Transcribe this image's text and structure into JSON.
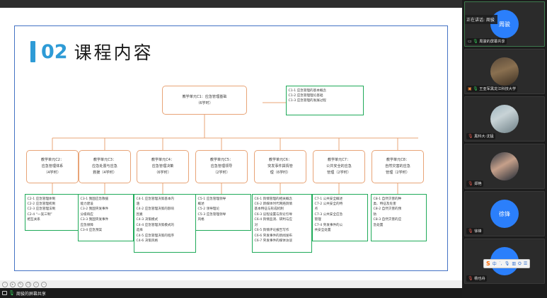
{
  "meeting": {
    "speaking_banner": "正在讲话: 周骏",
    "share_status_label": "周骏的屏幕共享",
    "participants": [
      {
        "name": "周骏的屏幕共享",
        "avatar_text": "周骏",
        "avatar_type": "initial-blue",
        "mic": "mic-on",
        "icon": "share-screen",
        "active": true
      },
      {
        "name": "王亚军黑龙江科技大学",
        "avatar_text": "",
        "avatar_type": "photo-portrait",
        "mic": "mic-on",
        "icon": "host"
      },
      {
        "name": "黑科大·沈猛",
        "avatar_text": "",
        "avatar_type": "photo-landscape",
        "mic": "mic-off",
        "icon": ""
      },
      {
        "name": "郑艳",
        "avatar_text": "",
        "avatar_type": "photo-person",
        "mic": "mic-off",
        "icon": ""
      },
      {
        "name": "徐锋",
        "avatar_text": "徐锋",
        "avatar_type": "initial-blue",
        "mic": "mic-off",
        "icon": ""
      },
      {
        "name": "杨也舟",
        "avatar_text": "",
        "avatar_type": "initial-blue",
        "mic": "mic-off",
        "icon": ""
      }
    ]
  },
  "ime": {
    "logo": "S",
    "items": [
      "中",
      "˙,",
      "mic-icon",
      "keyboard-icon",
      "tools-icon",
      "menu-icon"
    ]
  },
  "slide": {
    "number": "02",
    "title": "课程内容"
  },
  "toolbar": {
    "icons": [
      "back-icon",
      "play-icon",
      "pen-icon",
      "copy-icon",
      "zoom-icon",
      "minus-icon"
    ]
  },
  "diagram": {
    "root": {
      "title": "教学单元C1：应急管理基础",
      "hours": "（6学时）"
    },
    "root_details": [
      "C1-1 应急管理的基本概念",
      "C1-2 应急管理理论基础",
      "C1-3 应急管理的发展过程"
    ],
    "units": [
      {
        "id": "C2",
        "lines": [
          "教学单元C2：",
          "应急管理体系",
          "（4学时）"
        ],
        "details": [
          "C2-1 应急管理体制",
          "C2-2 应急管理机制",
          "C2-3 应急管理法制",
          "C2-4 “一案三制”",
          "相互关系"
        ]
      },
      {
        "id": "C3",
        "lines": [
          "教学单元C3：",
          "应急处置与应急",
          "救援（4学时）"
        ],
        "details": [
          "C3-1 我国应急救援",
          "能力建设",
          "C3-2 我国突发事件",
          "分级响应",
          "C3-3 我国突发事件",
          "应急保障",
          "C3-4 应急预案"
        ]
      },
      {
        "id": "C4",
        "lines": [
          "教学单元C4：",
          "应急管理决策",
          "（6学时）"
        ],
        "details": [
          "C4-1 应急管理决策基本内",
          "涵",
          "C4-2 应急管理决策的影响",
          "因素",
          "C4-3 决策模式",
          "C4-4 应急管理决策模式的",
          "选择",
          "C4-5 应急管理决策的程序",
          "C4-6 决策风格"
        ]
      },
      {
        "id": "C5",
        "lines": [
          "教学单元C5：",
          "应急管理领导",
          "（2学时）"
        ],
        "details": [
          "C5-1 应急管理领导",
          "概述",
          "C5-2 领导理论",
          "C5-3 应急管理领导",
          "风格"
        ]
      },
      {
        "id": "C6",
        "lines": [
          "教学单元C6：",
          "突发事件舆情管",
          "理（6学时）"
        ],
        "details": [
          "C6-1 舆情管理的相关概念",
          "C6-2 新媒体时代网络舆情",
          "基本特征与形成机制",
          "C6-3 议程设置与舆论引导",
          "C6-4 舆情监测、研判与应",
          "对",
          "C6-5 舆情评论报告写作",
          "C6-6 突发事件的新闻发布",
          "C6-7 突发事件的媒体访谈"
        ]
      },
      {
        "id": "C7",
        "lines": [
          "教学单元C7：",
          "公共安全的应急",
          "管理（2学时）"
        ],
        "details": [
          "C7-1 公共安全概述",
          "C7-2 公共安全的特",
          "点",
          "C7-3 公共安全应急",
          "管理",
          "C7-4 突发事件的公",
          "共安全处置"
        ]
      },
      {
        "id": "C8",
        "lines": [
          "教学单元C8：",
          "自然灾害的应急",
          "管理（2学时）"
        ],
        "details": [
          "C8-1 自然灾害的种",
          "类、特征及危害",
          "C8-2 自然灾害的预",
          "防",
          "C8-3 自然灾害的应",
          "急处置"
        ]
      }
    ]
  },
  "colors": {
    "accent_blue": "#2e9bd6",
    "node_border": "#e8a477",
    "detail_border": "#1faa59",
    "frame_border": "#4472c4",
    "mic_on": "#35c759",
    "mic_off": "#e05a4f"
  }
}
